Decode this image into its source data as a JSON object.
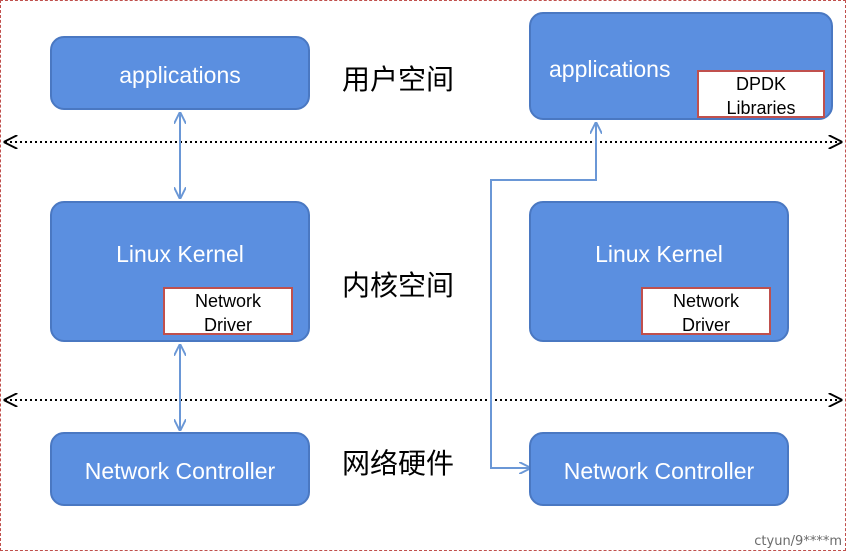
{
  "zones": {
    "user_space": "用户空间",
    "kernel_space": "内核空间",
    "hardware": "网络硬件"
  },
  "left_stack": {
    "applications": "applications",
    "kernel": "Linux Kernel",
    "driver_line1": "Network",
    "driver_line2": "Driver",
    "controller": "Network Controller"
  },
  "right_stack": {
    "applications": "applications",
    "dpdk_line1": "DPDK",
    "dpdk_line2": "Libraries",
    "kernel": "Linux Kernel",
    "driver_line1": "Network",
    "driver_line2": "Driver",
    "controller": "Network Controller"
  },
  "watermark": "ctyun/9****m",
  "colors": {
    "box_fill": "#5b8fe0",
    "box_border": "#4a78c2",
    "inner_border": "#c0504d",
    "arrow": "#5b8fe0"
  }
}
